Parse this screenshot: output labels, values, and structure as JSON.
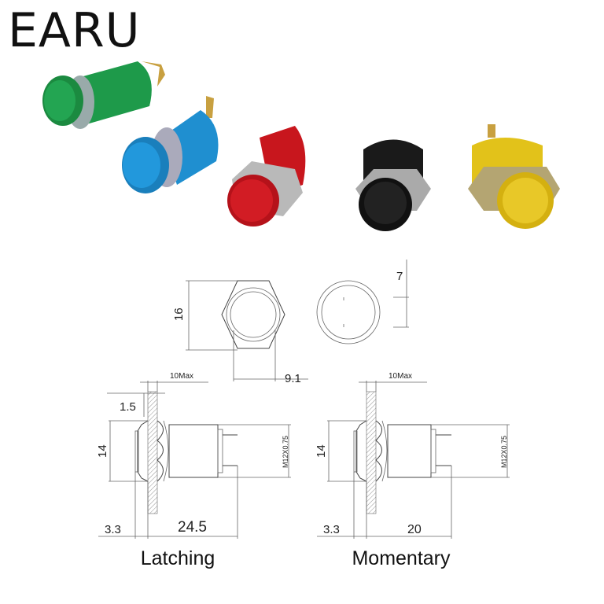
{
  "brand": {
    "logo": "EARU"
  },
  "products": [
    {
      "color_name": "green",
      "color": "#1e9a4a"
    },
    {
      "color_name": "blue",
      "color": "#1f8fd0"
    },
    {
      "color_name": "red",
      "color": "#c8161d"
    },
    {
      "color_name": "black",
      "color": "#151515"
    },
    {
      "color_name": "gold",
      "color": "#e2c21a"
    }
  ],
  "front_view": {
    "height_label": "16",
    "width_label": "9.1",
    "ring_label": "7"
  },
  "latching": {
    "caption": "Latching",
    "max_label": "10Max",
    "panel_label": "1.5",
    "height_label": "14",
    "thread_label": "M12X0.75",
    "head_label": "3.3",
    "length_label": "24.5"
  },
  "momentary": {
    "caption": "Momentary",
    "max_label": "10Max",
    "height_label": "14",
    "thread_label": "M12X0.75",
    "head_label": "3.3",
    "length_label": "20"
  }
}
